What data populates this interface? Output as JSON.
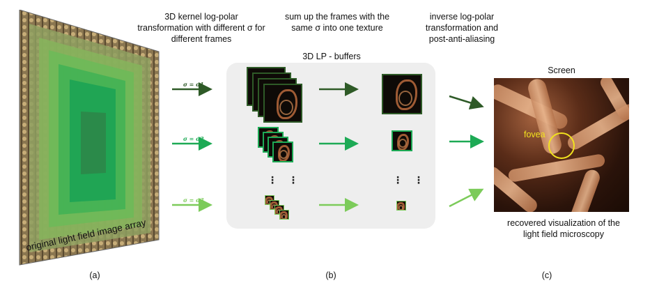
{
  "headers": {
    "step_a": "3D kernel log-polar transformation with different σ for different frames",
    "step_b": "sum up the frames with the same σ into one texture",
    "step_c": "inverse log-polar transformation and post-anti-aliasing"
  },
  "panel_title": "3D LP - buffers",
  "screen_title": "Screen",
  "fovea_label": "fovea",
  "array_label": "original light field image array",
  "result_label": "recovered visualization of the light field microscopy",
  "sigma_labels": [
    "σ = σ1",
    "σ = σ2",
    "σ = σ3"
  ],
  "ellipsis": "⋮ ⋮",
  "subfig": [
    "(a)",
    "(b)",
    "(c)"
  ],
  "colors": {
    "dark_green": "#2e5a27",
    "mid_green": "#1daa55",
    "light_green": "#7ccb5a"
  }
}
